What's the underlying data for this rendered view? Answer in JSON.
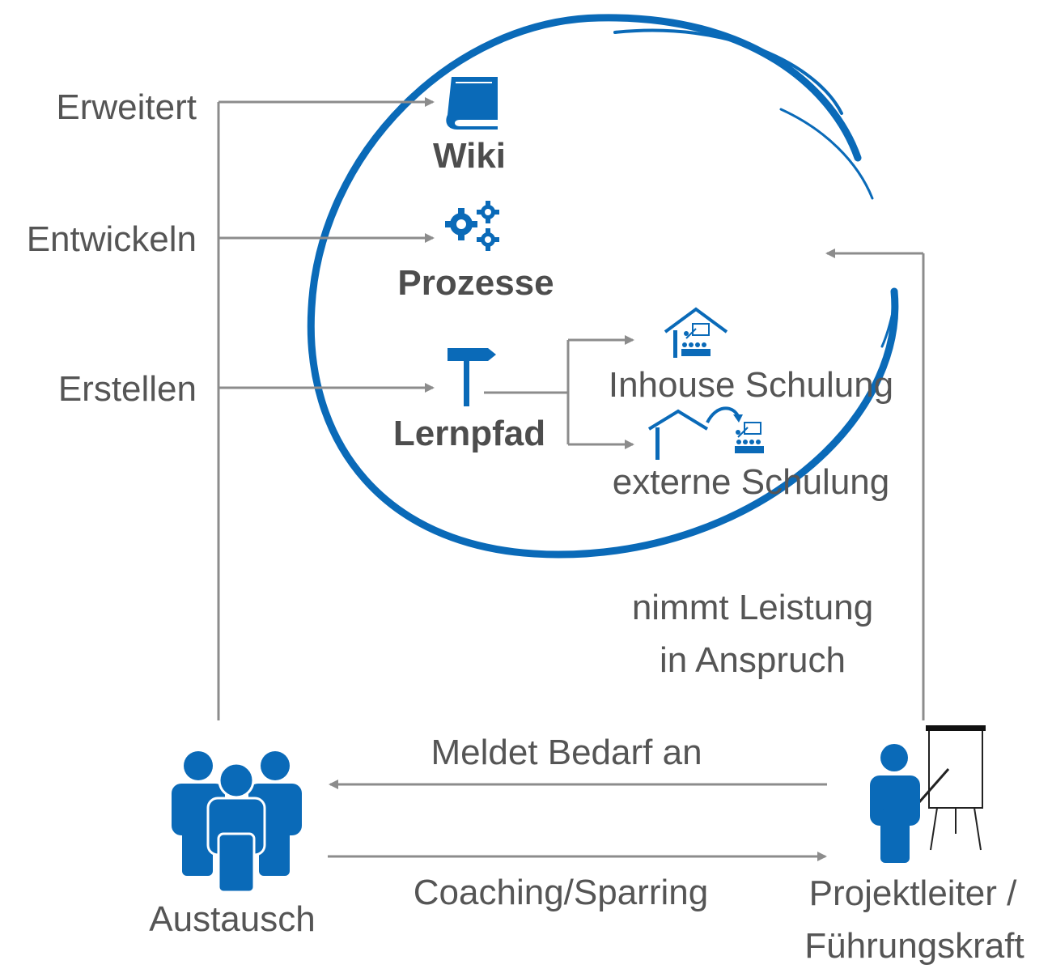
{
  "left_labels": {
    "extends": "Erweitert",
    "develop": "Entwickeln",
    "create": "Erstellen"
  },
  "items": {
    "wiki": "Wiki",
    "processes": "Prozesse",
    "learning_path": "Lernpfad",
    "inhouse_training": "Inhouse Schulung",
    "external_training": "externe Schulung"
  },
  "service": {
    "line1": "nimmt Leistung",
    "line2": "in Anspruch"
  },
  "bottom": {
    "request": "Meldet Bedarf an",
    "coaching": "Coaching/Sparring",
    "group": "Austausch",
    "manager_line1": "Projektleiter /",
    "manager_line2": "Führungskraft"
  },
  "colors": {
    "accent_blue": "#0a6ab8",
    "text_gray": "#555555",
    "line_gray": "#8c8c8c"
  },
  "icons": [
    "book-icon",
    "gears-icon",
    "signpost-icon",
    "house-training-icon",
    "external-training-icon",
    "group-people-icon",
    "presenter-flipchart-icon"
  ]
}
